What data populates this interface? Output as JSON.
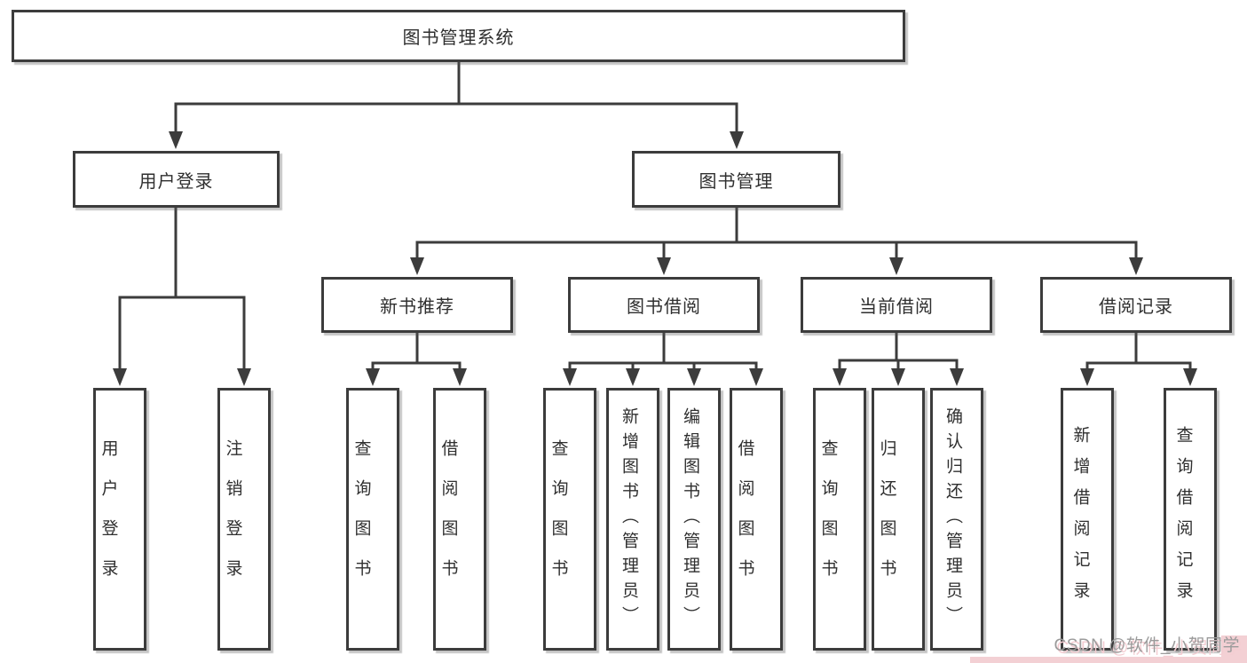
{
  "diagram": {
    "root": {
      "label": "图书管理系统"
    },
    "branches": [
      {
        "label": "用户登录"
      },
      {
        "label": "图书管理"
      }
    ],
    "modules": [
      {
        "label": "新书推荐"
      },
      {
        "label": "图书借阅"
      },
      {
        "label": "当前借阅"
      },
      {
        "label": "借阅记录"
      }
    ],
    "leaves": [
      {
        "label": "用户登录"
      },
      {
        "label": "注销登录"
      },
      {
        "label": "查询图书"
      },
      {
        "label": "借阅图书"
      },
      {
        "label": "查询图书"
      },
      {
        "label": "新增图书（管理员）"
      },
      {
        "label": "编辑图书（管理员）"
      },
      {
        "label": "借阅图书"
      },
      {
        "label": "查询图书"
      },
      {
        "label": "归还图书"
      },
      {
        "label": "确认归还（管理员）"
      },
      {
        "label": "新增借阅记录"
      },
      {
        "label": "查询借阅记录"
      }
    ]
  },
  "watermark": {
    "text": "CSDN @软件_小贺同学"
  },
  "colors": {
    "line": "#3c3c3c",
    "box_border": "#3c3c3c",
    "text": "#2f2f2f",
    "background": "#ffffff",
    "watermark_text": "#9b9b9b",
    "watermark_pink": "#f3d0d4"
  }
}
